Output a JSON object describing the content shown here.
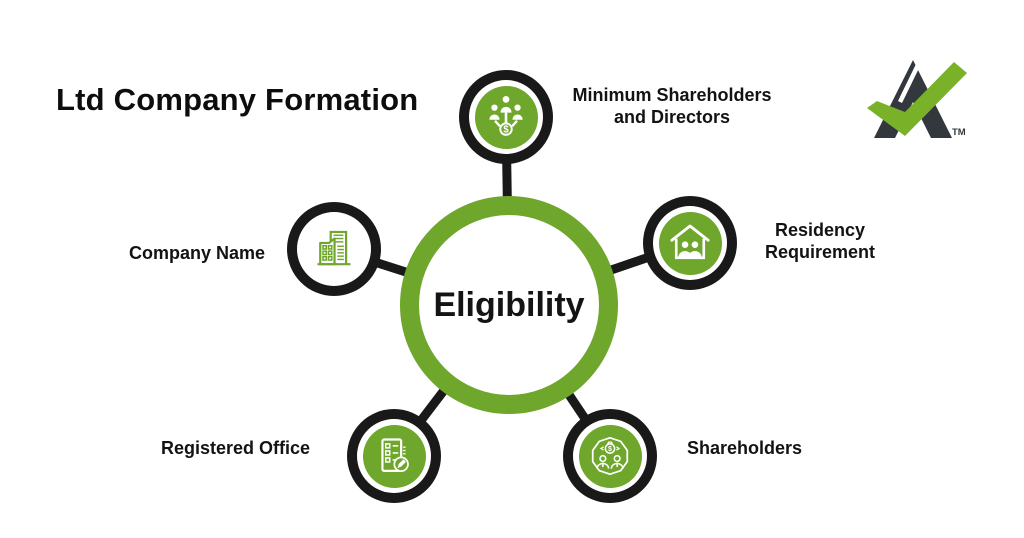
{
  "colors": {
    "background": "#ffffff",
    "accent_green": "#6FA62C",
    "logo_green": "#79B229",
    "ring_black": "#191919",
    "logo_dark": "#32383D",
    "text": "#131313"
  },
  "header": {
    "title": "Ltd Company Formation"
  },
  "logo": {
    "name": "a-checkmark-logo",
    "trademark": "TM"
  },
  "diagram": {
    "center": {
      "label": "Eligibility"
    },
    "nodes": [
      {
        "label": "Minimum Shareholders\nand Directors",
        "icon": "people-dollar-icon",
        "position": "top"
      },
      {
        "label": "Residency\nRequirement",
        "icon": "house-family-icon",
        "position": "right"
      },
      {
        "label": "Shareholders",
        "icon": "badge-shareholders-icon",
        "position": "bottom-right"
      },
      {
        "label": "Registered Office",
        "icon": "checklist-pencil-icon",
        "position": "bottom-left"
      },
      {
        "label": "Company Name",
        "icon": "office-buildings-icon",
        "position": "left"
      }
    ]
  }
}
